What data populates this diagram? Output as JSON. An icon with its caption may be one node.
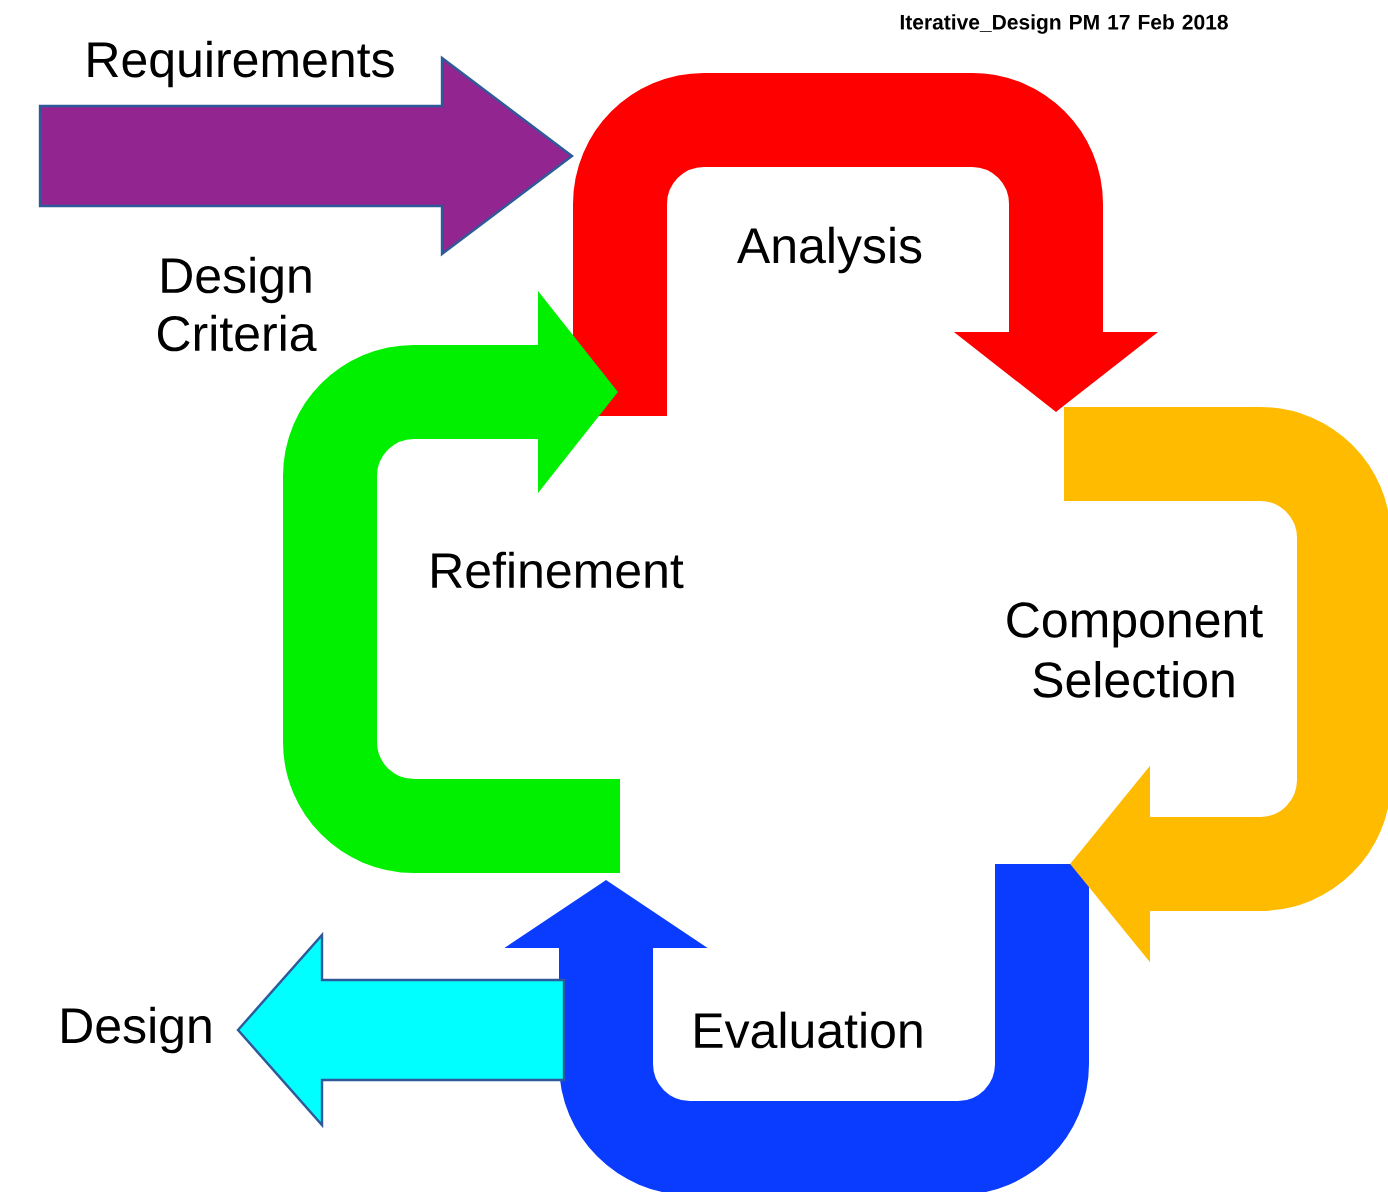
{
  "diagram": {
    "nodes": [
      {
        "text": [
          "Analysis"
        ]
      },
      {
        "text": [
          "Component Selection"
        ]
      },
      {
        "text": [
          "Evaluation"
        ]
      },
      {
        "text": [
          "Refinement"
        ]
      },
      {
        "text": [
          "Design"
        ]
      }
    ],
    "edges": [
      {
        "from": null,
        "to": 0,
        "arrow": "to",
        "label": "Requirements",
        "color": "#922590"
      },
      {
        "from": 2,
        "to": 4,
        "arrow": "to",
        "color": "#00ffff"
      }
    ],
    "labels": [
      "Iterative_Design PM 17 Feb 2018",
      "Design Criteria"
    ]
  }
}
